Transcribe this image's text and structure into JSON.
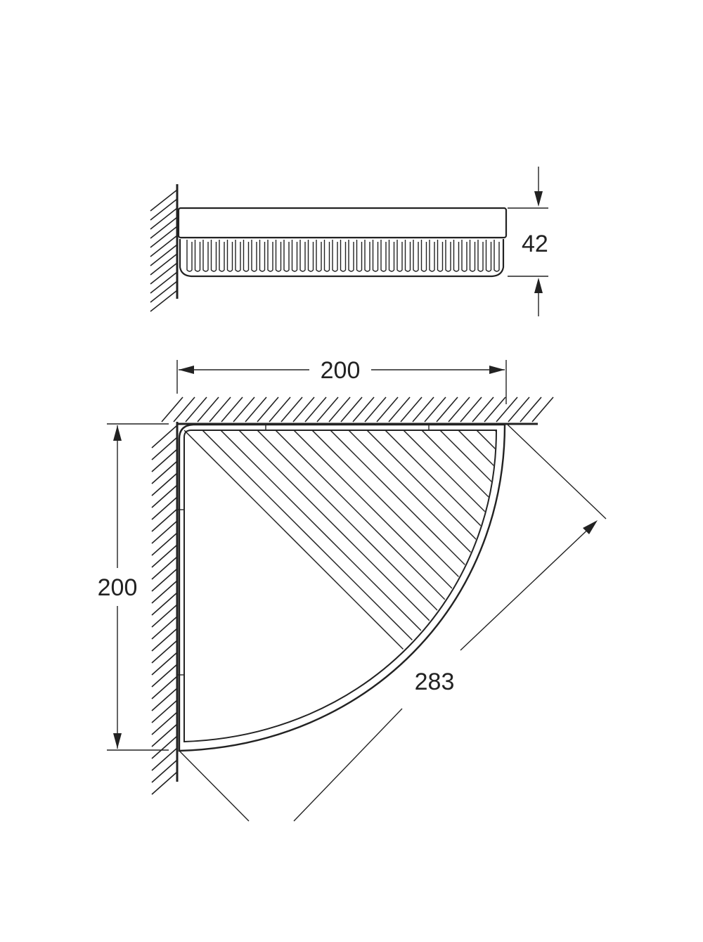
{
  "colors": {
    "line": "#222222",
    "background": "#ffffff"
  },
  "side_view": {
    "height_label": "42"
  },
  "top_view": {
    "width_label": "200",
    "depth_label": "200",
    "diagonal_label": "283"
  }
}
